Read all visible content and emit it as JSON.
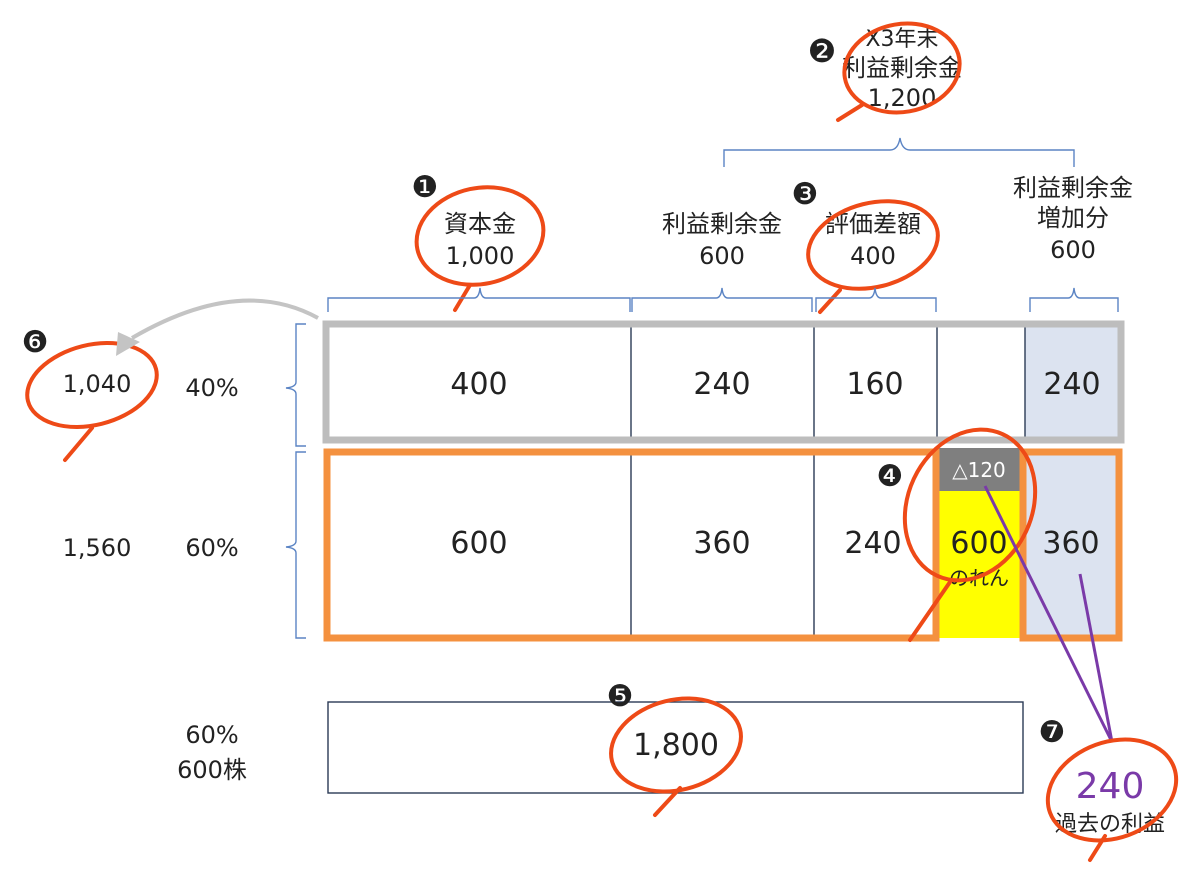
{
  "colors": {
    "accent_orange": "#f4913f",
    "box_grey": "#bdbdbd",
    "annotation_red": "#ee4a17",
    "brace_blue": "#5b84c4",
    "goodwill_yellow": "#ffff00",
    "light_blue": "#dce3f0",
    "purple_line": "#7a3aa8",
    "neg_grey": "#7f7f7f"
  },
  "markers": {
    "m1": "❶",
    "m2": "❷",
    "m3": "❸",
    "m4": "❹",
    "m5": "❺",
    "m6": "❻",
    "m7": "❼"
  },
  "top_header": {
    "line1": "X3年末",
    "line2": "利益剰余金",
    "line3": "1,200"
  },
  "columns": {
    "capital": {
      "line1": "資本金",
      "line2": "1,000"
    },
    "retained": {
      "line1": "利益剰余金",
      "line2": "600"
    },
    "valuation": {
      "line1": "評価差額",
      "line2": "400"
    },
    "increase": {
      "line1": "利益剰余金",
      "line2": "増加分",
      "line3": "600"
    }
  },
  "rows": {
    "nci": {
      "total": "1,040",
      "pct": "40%",
      "cells": {
        "capital": "400",
        "retained": "240",
        "valuation": "160",
        "increase": "240"
      }
    },
    "parent": {
      "total": "1,560",
      "pct": "60%",
      "cells": {
        "capital": "600",
        "retained": "360",
        "valuation": "240",
        "increase": "360"
      },
      "goodwill_value": "600",
      "goodwill_label": "のれん",
      "goodwill_negative": "△120"
    }
  },
  "investment": {
    "pct": "60%",
    "shares": "600株",
    "value": "1,800"
  },
  "past_profit": {
    "value": "240",
    "label": "過去の利益"
  }
}
